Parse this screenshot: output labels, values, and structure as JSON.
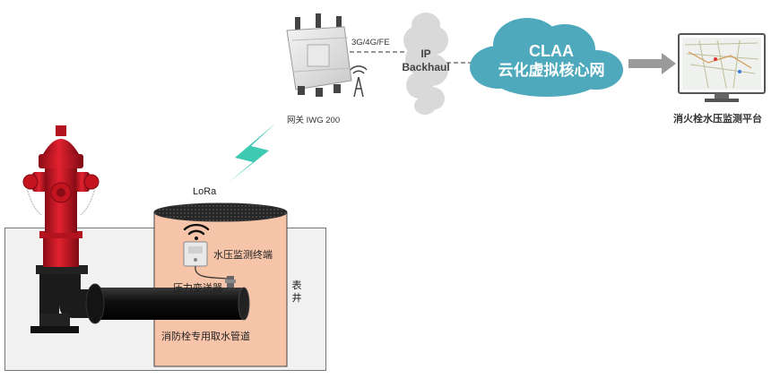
{
  "gateway": {
    "label": "网关 IWG 200",
    "uplink_label": "3G/4G/FE"
  },
  "backhaul": {
    "line1": "IP",
    "line2": "Backhaul"
  },
  "core_cloud": {
    "line1": "CLAA",
    "line2": "云化虚拟核心网"
  },
  "platform": {
    "label": "消火栓水压监测平台"
  },
  "lora": {
    "label": "LoRa"
  },
  "well": {
    "terminal_label": "水压监测终端",
    "sensor_label": "压力变送器",
    "pipe_label": "消防栓专用取水管道",
    "well_label_1": "表",
    "well_label_2": "井"
  },
  "colors": {
    "lora_bolt": "#3ec9b3",
    "cloud_teal": "#4ea9bd",
    "hydrant_red": "#d7192a",
    "well_fill": "#f6c4a8",
    "pipe_black": "#1a1a1a",
    "arrow_gray": "#9a9a9a"
  }
}
